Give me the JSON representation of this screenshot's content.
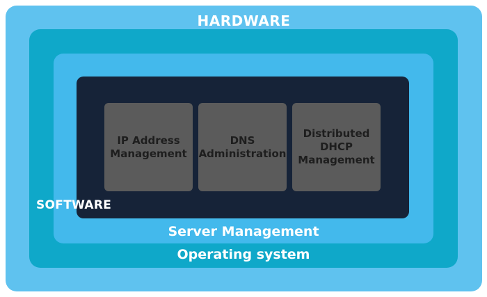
{
  "colors": {
    "hardware_layer": "#5fc2ef",
    "os_layer": "#0fa8c9",
    "server_layer": "#43b9ec",
    "software_layer": "#162338",
    "module_box": "#5b5b5b",
    "module_text": "#1e1e1e",
    "label_text": "#ffffff"
  },
  "layers": {
    "hardware": "HARDWARE",
    "operating_system": "Operating system",
    "server_management": "Server Management",
    "software": "SOFTWARE"
  },
  "modules": [
    {
      "label": "IP Address\nManagement"
    },
    {
      "label": "DNS\nAdministration"
    },
    {
      "label": "Distributed\nDHCP\nManagement"
    }
  ]
}
